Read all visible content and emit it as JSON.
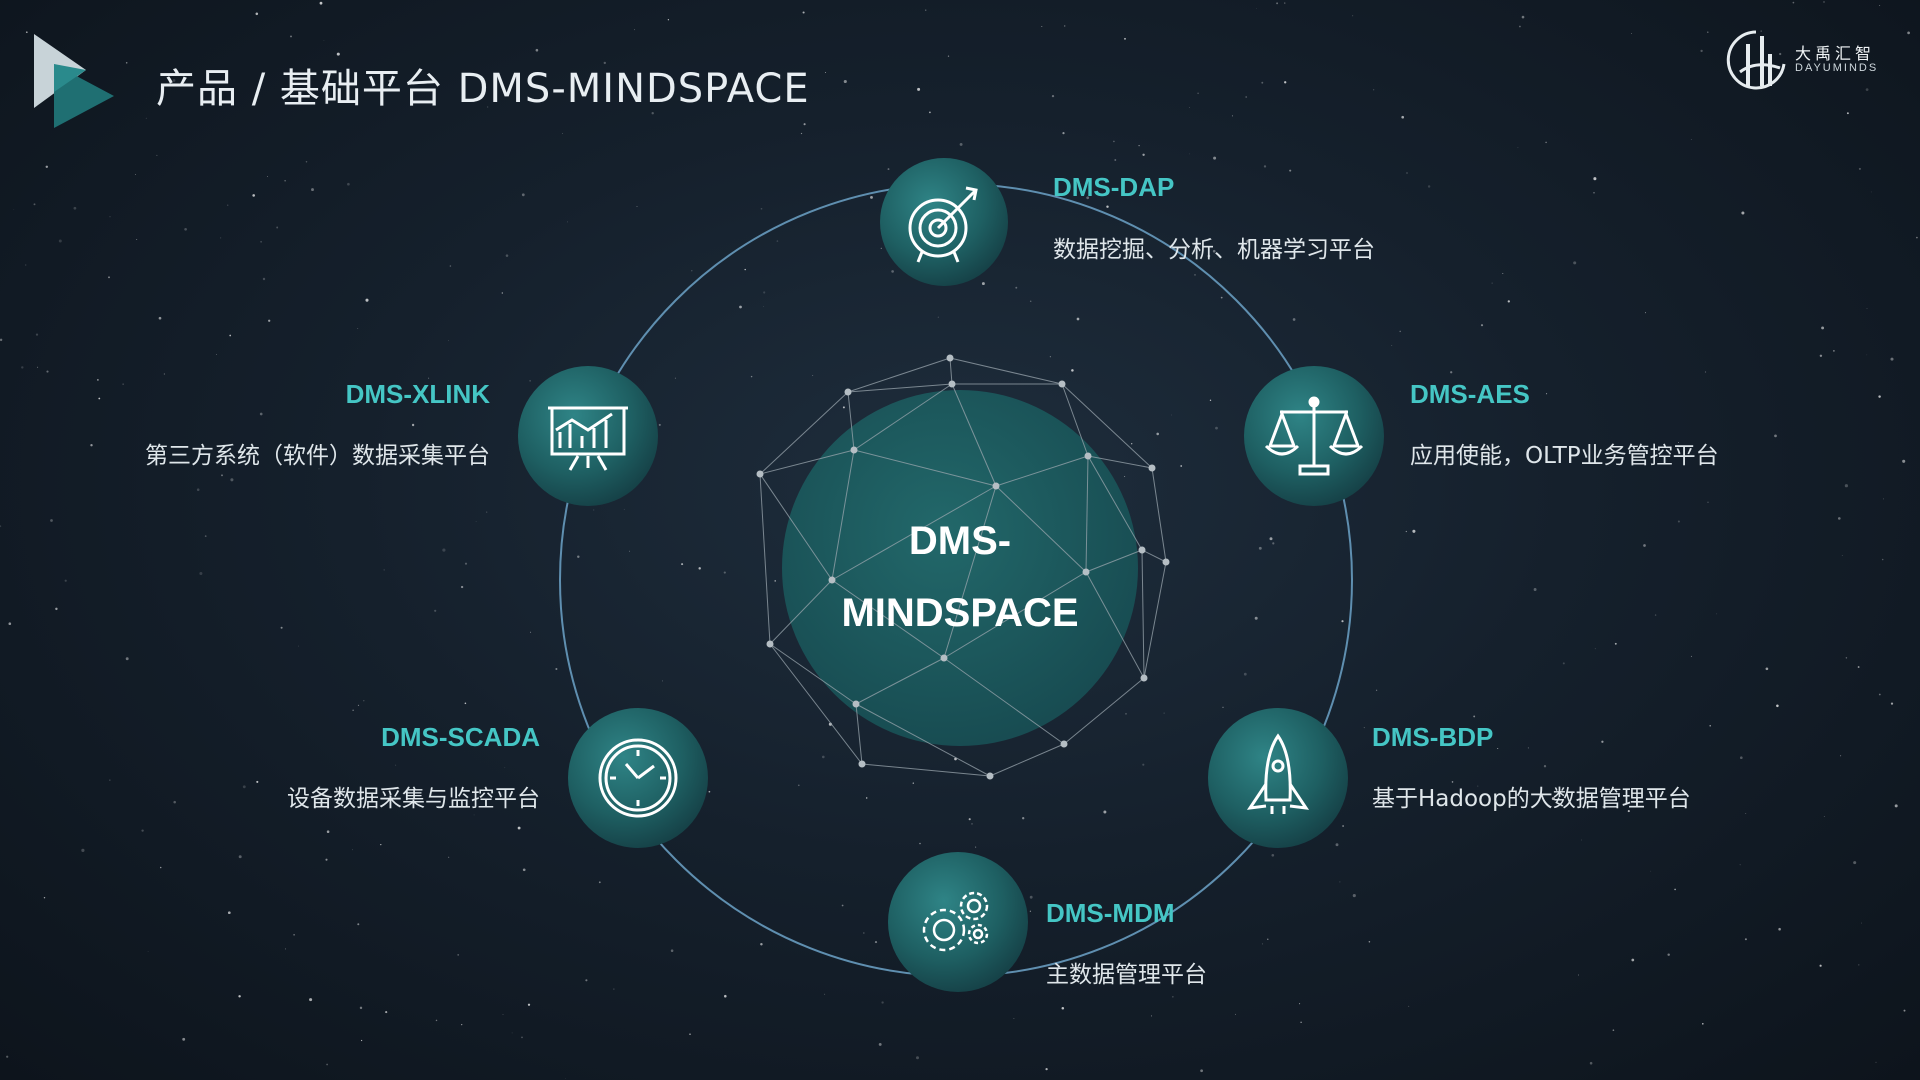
{
  "header": {
    "title": "产品 / 基础平台 DMS-MINDSPACE",
    "brand_cn": "大禹汇智",
    "brand_en": "DAYUMINDS"
  },
  "center": {
    "line1": "DMS-",
    "line2": "MINDSPACE"
  },
  "nodes": [
    {
      "id": "dap",
      "title": "DMS-DAP",
      "desc": "数据挖掘、分析、机器学习平台",
      "icon": "target-icon"
    },
    {
      "id": "aes",
      "title": "DMS-AES",
      "desc": "应用使能，OLTP业务管控平台",
      "icon": "balance-scale-icon"
    },
    {
      "id": "bdp",
      "title": "DMS-BDP",
      "desc": "基于Hadoop的大数据管理平台",
      "icon": "rocket-icon"
    },
    {
      "id": "mdm",
      "title": "DMS-MDM",
      "desc": "主数据管理平台",
      "icon": "gears-icon"
    },
    {
      "id": "scada",
      "title": "DMS-SCADA",
      "desc": "设备数据采集与监控平台",
      "icon": "clock-icon"
    },
    {
      "id": "xlink",
      "title": "DMS-XLINK",
      "desc": "第三方系统（软件）数据采集平台",
      "icon": "chart-board-icon"
    }
  ],
  "colors": {
    "accent": "#45c6c5",
    "node_fill": "#1f6466",
    "ring": "#5f8fb0",
    "logo_dark": "#1f6f72",
    "logo_light": "#c8d3d8"
  }
}
